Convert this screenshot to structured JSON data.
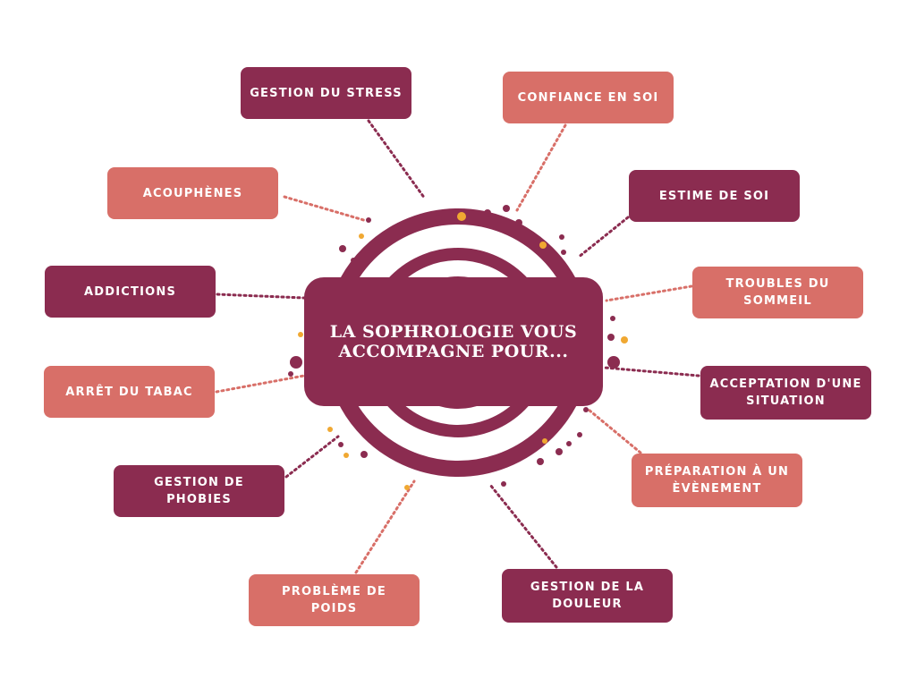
{
  "center": {
    "title": "LA SOPHROLOGIE VOUS ACCOMPAGNE POUR..."
  },
  "colors": {
    "dark": "#8b2c50",
    "light": "#d86f68",
    "accent": "#f0a832"
  },
  "nodes": [
    {
      "id": "gestion-du-stress",
      "text": "GESTION DU STRESS",
      "style": "dark"
    },
    {
      "id": "confiance-en-soi",
      "text": "CONFIANCE EN SOI",
      "style": "light"
    },
    {
      "id": "acouphenes",
      "text": "ACOUPHÈNES",
      "style": "light"
    },
    {
      "id": "estime-de-soi",
      "text": "ESTIME DE SOI",
      "style": "dark"
    },
    {
      "id": "addictions",
      "text": "ADDICTIONS",
      "style": "dark"
    },
    {
      "id": "troubles-du-sommeil",
      "text": "TROUBLES DU SOMMEIL",
      "style": "light"
    },
    {
      "id": "arret-du-tabac",
      "text": "ARRÊT DU TABAC",
      "style": "light"
    },
    {
      "id": "acceptation-d-une-situation",
      "text": "ACCEPTATION D'UNE SITUATION",
      "style": "dark"
    },
    {
      "id": "gestion-de-phobies",
      "text": "GESTION DE PHOBIES",
      "style": "dark"
    },
    {
      "id": "preparation-a-un-evenement",
      "text": "PRÉPARATION À UN ÈVÈNEMENT",
      "style": "light"
    },
    {
      "id": "probleme-de-poids",
      "text": "PROBLÈME DE POIDS",
      "style": "light"
    },
    {
      "id": "gestion-de-la-douleur",
      "text": "GESTION DE LA DOULEUR",
      "style": "dark"
    }
  ]
}
